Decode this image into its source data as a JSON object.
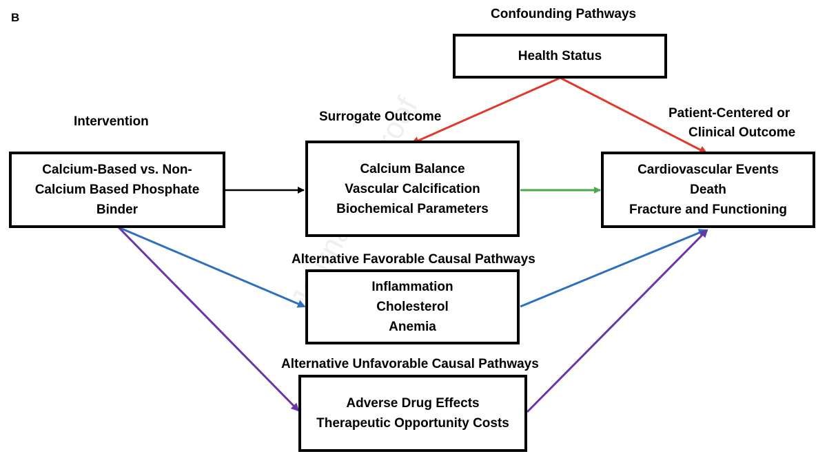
{
  "panel_letter": "B",
  "watermark": "Journal Pre-proof",
  "headings": {
    "confounding": "Confounding Pathways",
    "intervention": "Intervention",
    "surrogate": "Surrogate Outcome",
    "patient_line1": "Patient-Centered or",
    "patient_line2": "Clinical Outcome",
    "favorable": "Alternative Favorable Causal Pathways",
    "unfavorable": "Alternative Unfavorable Causal Pathways"
  },
  "boxes": {
    "health_status": [
      "Health Status"
    ],
    "intervention": [
      "Calcium-Based vs. Non-",
      "Calcium Based Phosphate",
      "Binder"
    ],
    "surrogate": [
      "Calcium Balance",
      "Vascular Calcification",
      "Biochemical Parameters"
    ],
    "clinical": [
      "Cardiovascular Events",
      "Death",
      "Fracture and Functioning"
    ],
    "favorable": [
      "Inflammation",
      "Cholesterol",
      "Anemia"
    ],
    "unfavorable": [
      "Adverse Drug Effects",
      "Therapeutic Opportunity Costs"
    ]
  },
  "arrow_colors": {
    "main": "#000000",
    "surrogate_to_outcome": "#4aa84a",
    "confounding": "#e0392b",
    "favorable": "#2e6fbf",
    "unfavorable": "#6a35a8"
  }
}
